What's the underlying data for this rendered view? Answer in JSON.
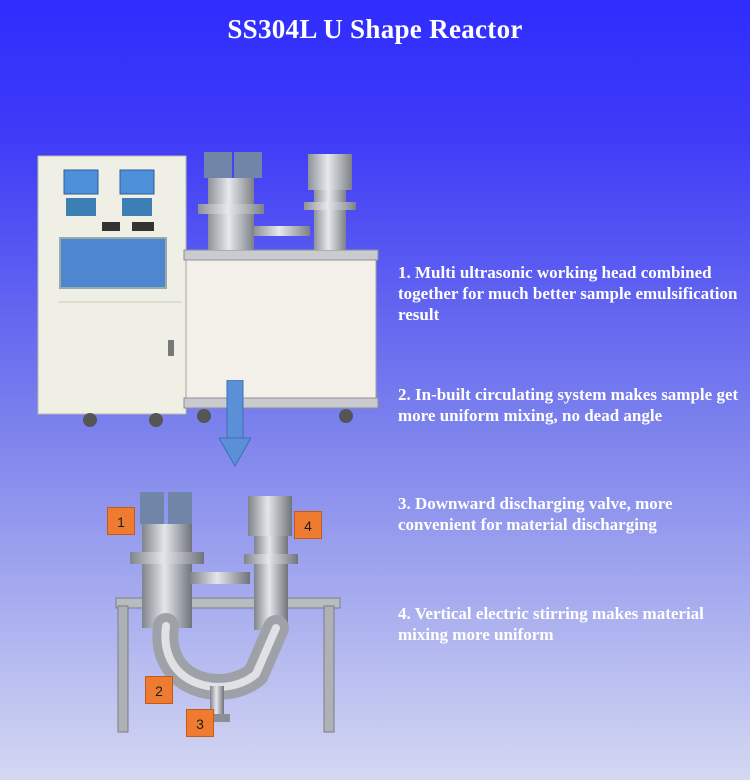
{
  "title": "SS304L U Shape Reactor",
  "features": [
    "1. Multi ultrasonic working head combined together for much better sample emulsification result",
    "2. In-built circulating system makes sample get more uniform mixing, no dead angle",
    "3. Downward discharging valve, more convenient for material discharging",
    "4. Vertical electric stirring makes material mixing more uniform"
  ],
  "callouts": [
    "1",
    "2",
    "3",
    "4"
  ],
  "colors": {
    "background_top": "#2f2cff",
    "background_bottom": "#d4d8f2",
    "callout": "#ee7b30",
    "arrow": "#5b8fd6",
    "cabinet": "#efefe6",
    "steel": "#b9bcc2"
  },
  "icons": [
    "down-arrow-icon"
  ]
}
